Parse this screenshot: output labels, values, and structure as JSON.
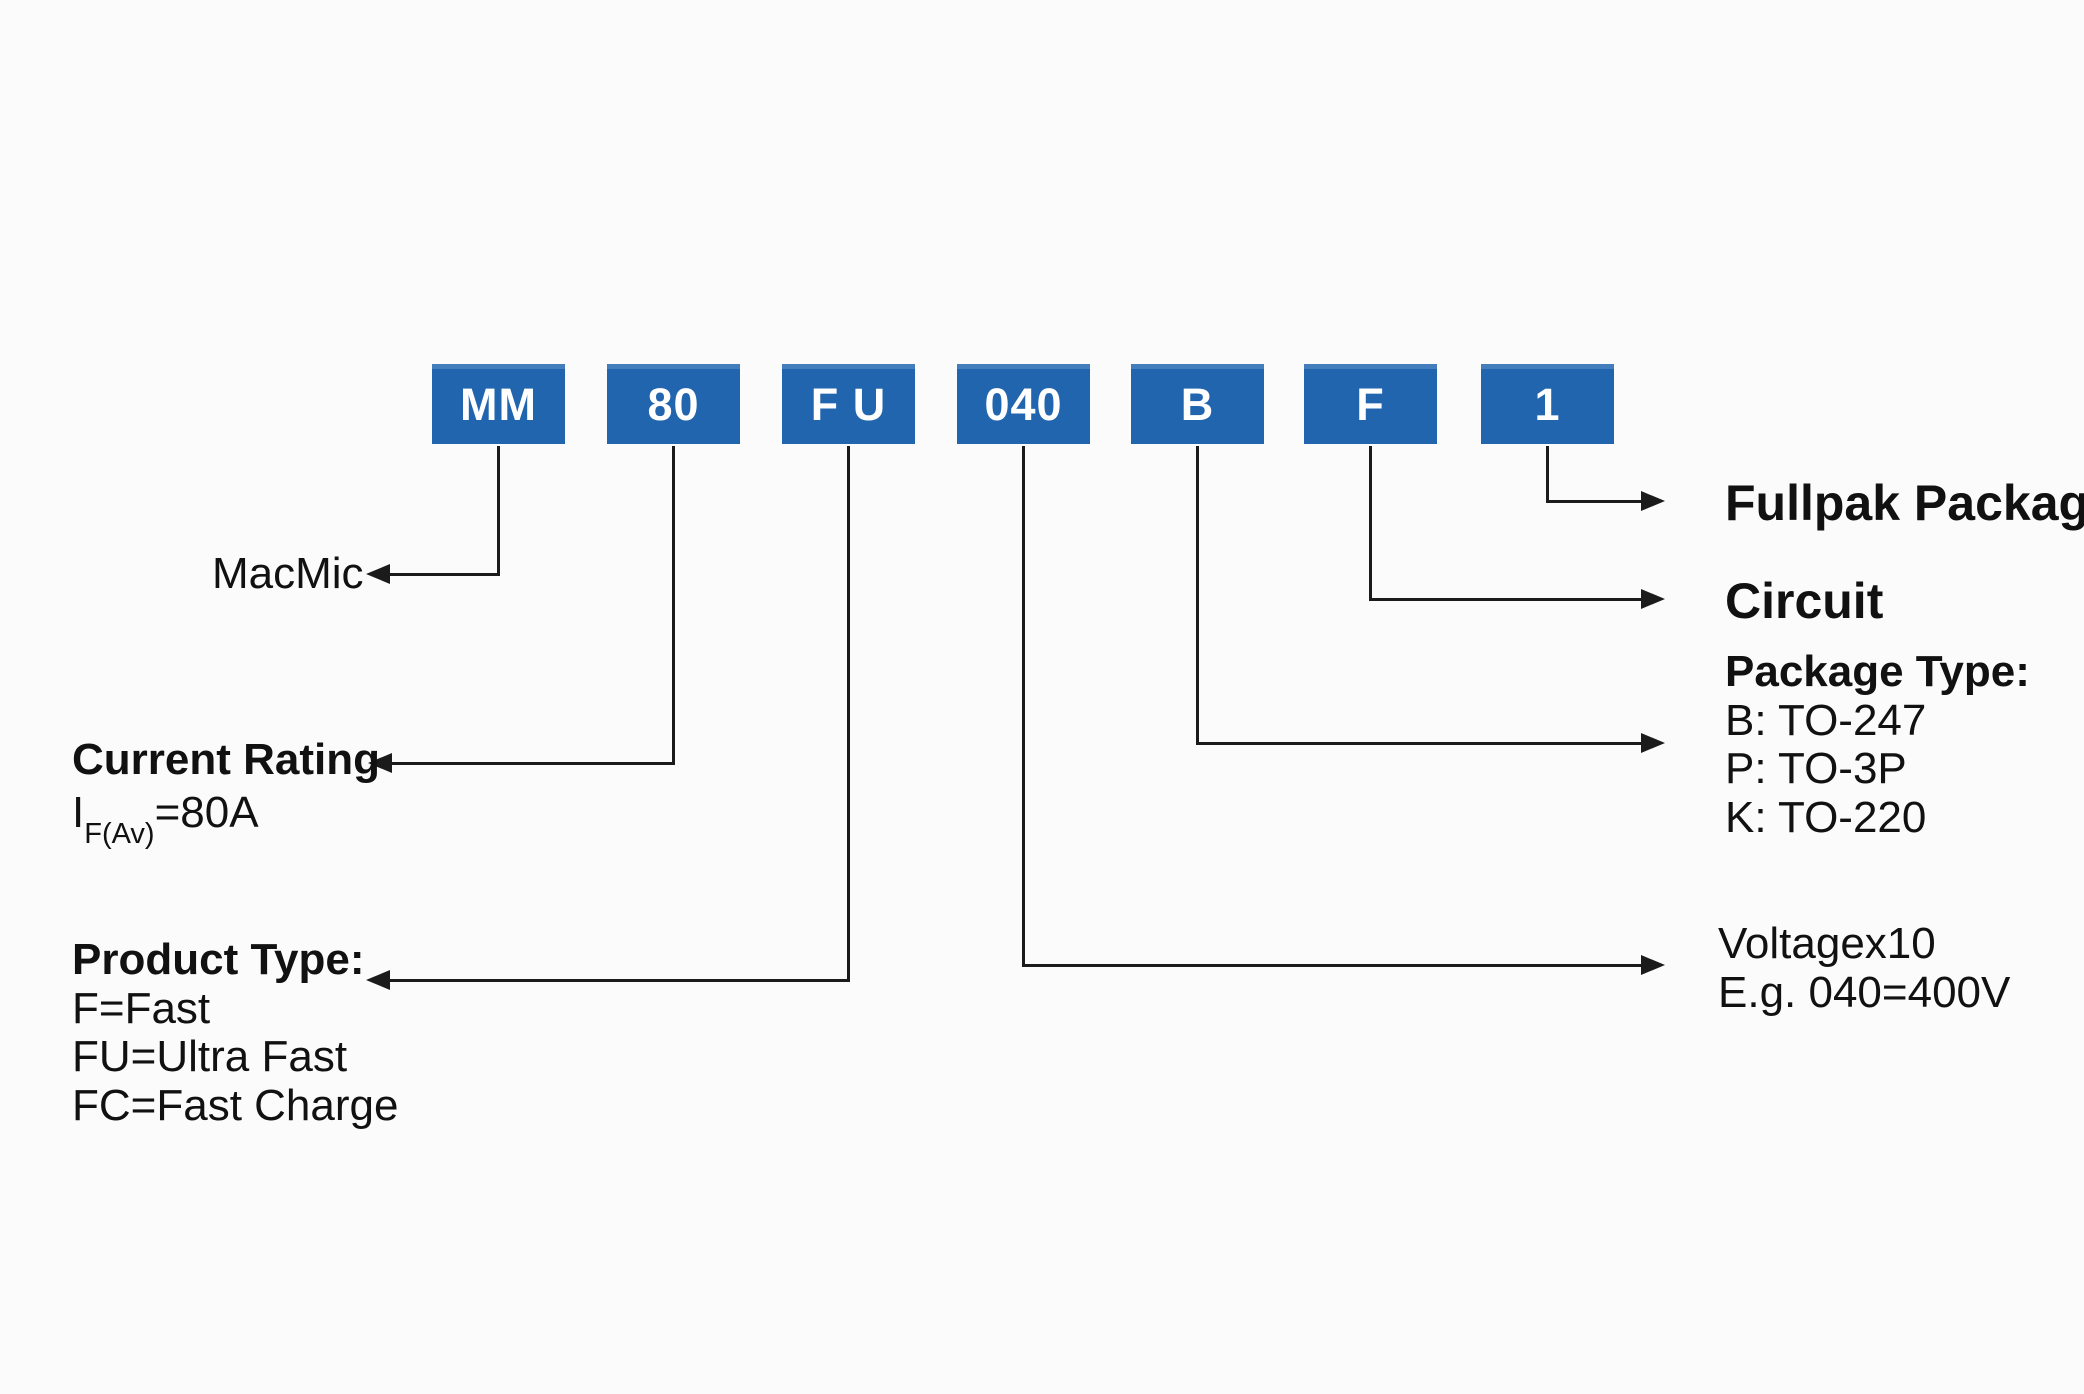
{
  "diagram": {
    "part_segments": [
      {
        "code": "MM"
      },
      {
        "code": "80"
      },
      {
        "code": "F U"
      },
      {
        "code": "040"
      },
      {
        "code": "B"
      },
      {
        "code": "F"
      },
      {
        "code": "1"
      }
    ],
    "annotations": {
      "manufacturer": {
        "text": "MacMic"
      },
      "current_rating": {
        "title": "Current Rating",
        "symbol": "I",
        "subscript": "F(Av)",
        "value": "=80A"
      },
      "product_type": {
        "title": "Product Type:",
        "options": [
          "F=Fast",
          "FU=Ultra Fast",
          "FC=Fast Charge"
        ]
      },
      "voltage": {
        "line1": "Voltagex10",
        "line2": "E.g. 040=400V"
      },
      "package_type": {
        "title": "Package Type:",
        "options": [
          "B: TO-247",
          "P: TO-3P",
          "K: TO-220"
        ]
      },
      "circuit": {
        "title": "Circuit"
      },
      "fullpak_package": {
        "title": "Fullpak Package"
      }
    }
  },
  "colors": {
    "box_blue": "#2065ae",
    "box_text": "#ffffff",
    "line": "#1b1b1b",
    "text": "#111111",
    "background": "#fbfbfb"
  }
}
